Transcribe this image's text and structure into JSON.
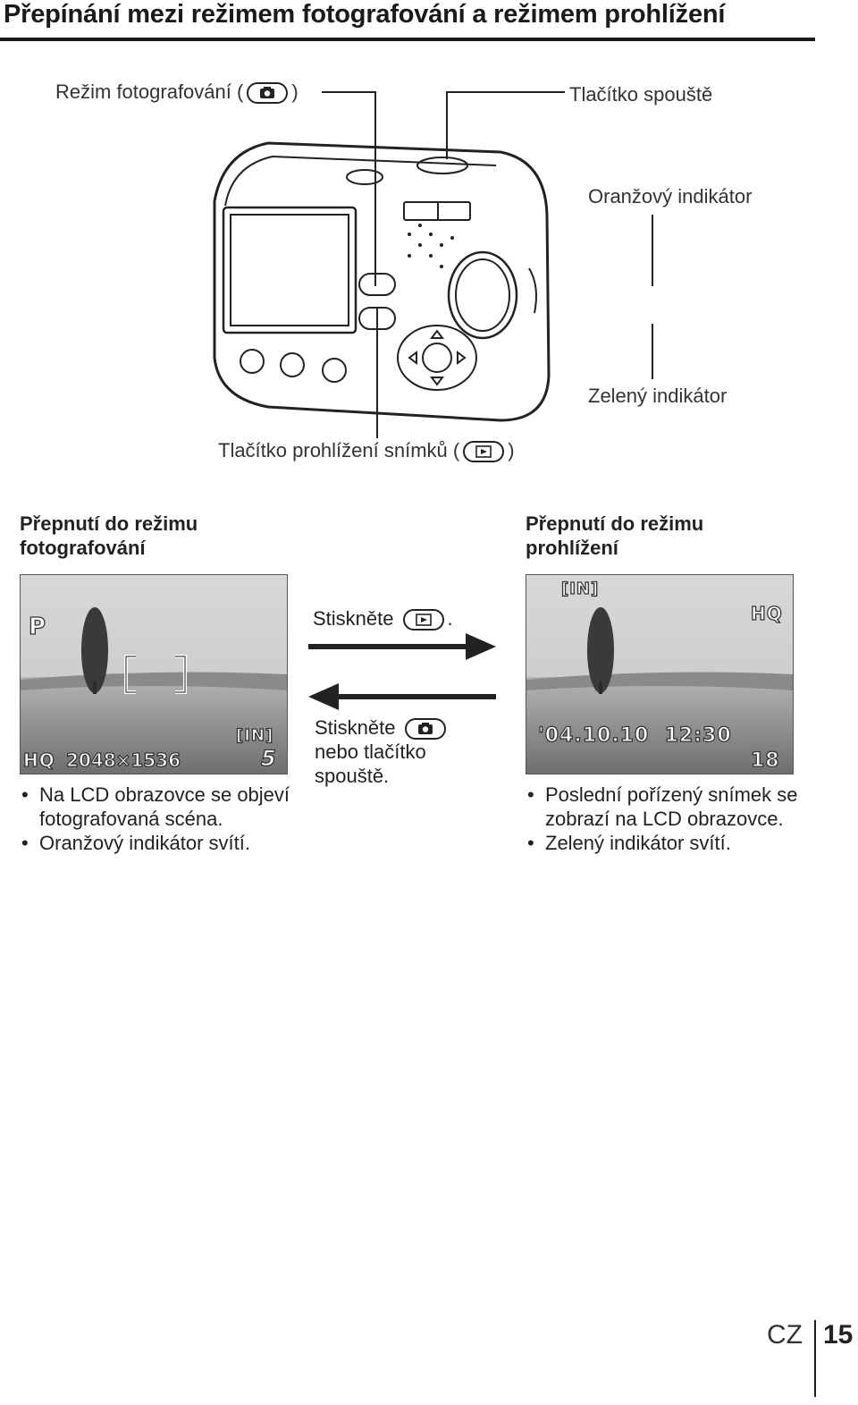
{
  "page": {
    "title": "Přepínání mezi režimem fotografování a režimem prohlížení"
  },
  "callouts": {
    "shooting_mode": {
      "before": "Režim fotografování (",
      "after": ")"
    },
    "shutter_button": "Tlačítko spouště",
    "orange_indicator": "Oranžový indikátor",
    "green_indicator": "Zelený indikátor",
    "playback_button": {
      "before": "Tlačítko prohlížení snímků (",
      "after": ")"
    }
  },
  "left_section": {
    "heading": [
      "Přepnutí do režimu",
      "fotografování"
    ],
    "lcd": {
      "mode": "P",
      "memory": "[IN]",
      "quality": "HQ",
      "resolution": "2048×1536",
      "remaining": "5"
    },
    "bullets": [
      "Na LCD obrazovce se objeví fotografovaná scéna.",
      "Oranžový indikátor svítí."
    ]
  },
  "middle_section": {
    "press_playback": {
      "before": "Stiskněte",
      "after": "."
    },
    "press_shoot": {
      "before": "Stiskněte",
      "line2": "nebo tlačítko",
      "line3": "spouště."
    }
  },
  "right_section": {
    "heading": [
      "Přepnutí do režimu",
      "prohlížení"
    ],
    "lcd": {
      "memory": "[IN]",
      "quality": "HQ",
      "datetime": "'04.10.10  12:30",
      "frame": "18"
    },
    "bullets": [
      "Poslední pořízený snímek se zobrazí na LCD obrazovce.",
      "Zelený indikátor svítí."
    ]
  },
  "footer": {
    "lang": "CZ",
    "page_number": "15"
  },
  "icons": {
    "camera": "camera-icon",
    "playback": "playback-icon"
  }
}
